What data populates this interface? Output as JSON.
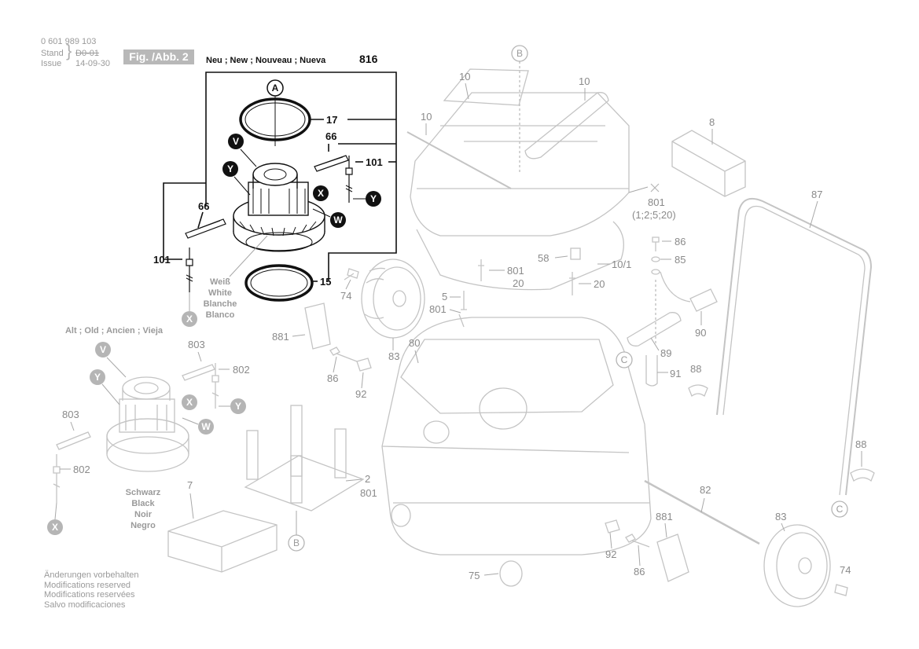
{
  "header": {
    "part_number": "0 601 989 103",
    "stand_label": "Stand",
    "issue_label": "Issue",
    "stand_value": "D0-01",
    "issue_value": "14-09-30",
    "figure_label": "Fig. /Abb. 2"
  },
  "new_group": {
    "title": "Neu ; New ; Nouveau ; Nueva",
    "number": "816",
    "color_lines": [
      "Weiß",
      "White",
      "Blanche",
      "Blanco"
    ]
  },
  "old_group": {
    "title": "Alt ; Old ; Ancien ; Vieja",
    "color_lines": [
      "Schwarz",
      "Black",
      "Noir",
      "Negro"
    ]
  },
  "footer": {
    "lines": [
      "Änderungen vorbehalten",
      "Modifications reserved",
      "Modifications reservées",
      "Salvo modificaciones"
    ]
  },
  "callouts": {
    "A": "A",
    "B": "B",
    "C": "C",
    "V": "V",
    "W": "W",
    "X": "X",
    "Y": "Y"
  },
  "part_labels": {
    "p17": "17",
    "p66a": "66",
    "p66b": "66",
    "p101a": "101",
    "p101b": "101",
    "p15": "15",
    "p10a": "10",
    "p10b": "10",
    "p10c": "10",
    "p8": "8",
    "p801a": "801",
    "p801_note": "(1;2;5;20)",
    "p87": "87",
    "p86a": "86",
    "p85": "85",
    "p58": "58",
    "p10_1": "10/1",
    "p801b": "801",
    "p20a": "20",
    "p20b": "20",
    "p74a": "74",
    "p5": "5",
    "p801c": "801",
    "p90": "90",
    "p881a": "881",
    "p83a": "83",
    "p80": "80",
    "p89": "89",
    "p91": "91",
    "p88a": "88",
    "p86b": "86",
    "p92a": "92",
    "p803a": "803",
    "p802a": "802",
    "p803b": "803",
    "p802b": "802",
    "p7": "7",
    "p2": "2",
    "p801d": "801",
    "p82": "82",
    "p881b": "881",
    "p83b": "83",
    "p88b": "88",
    "p92b": "92",
    "p86c": "86",
    "p75": "75",
    "p74b": "74"
  }
}
